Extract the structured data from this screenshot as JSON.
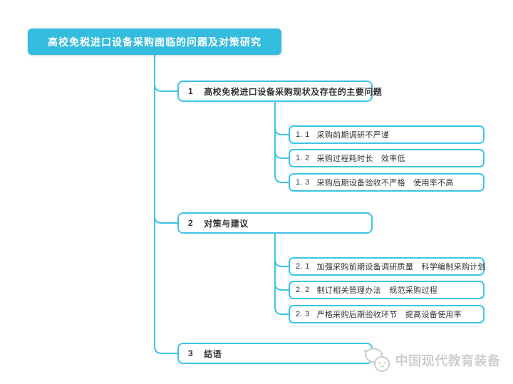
{
  "root": {
    "label": "高校免税进口设备采购面临的问题及对策研究"
  },
  "branches": [
    {
      "num": "1",
      "label": "高校免税进口设备采购现状及存在的主要问题",
      "children": [
        {
          "num": "1. 1",
          "label": "采购前期调研不严谨"
        },
        {
          "num": "1. 2",
          "label": "采购过程耗时长　效率低"
        },
        {
          "num": "1. 3",
          "label": "采购后期设备验收不严格　使用率不高"
        }
      ]
    },
    {
      "num": "2",
      "label": "对策与建议",
      "children": [
        {
          "num": "2. 1",
          "label": "加强采购前期设备调研质量　科学编制采购计划"
        },
        {
          "num": "2. 2",
          "label": "制订相关管理办法　规范采购过程"
        },
        {
          "num": "2. 3",
          "label": "严格采购后期验收环节　提高设备使用率"
        }
      ]
    },
    {
      "num": "3",
      "label": "结语",
      "children": []
    }
  ],
  "watermark": {
    "icon": "wechat-bubbles-logo-icon",
    "text": "中国现代教育装备"
  },
  "colors": {
    "root_fill": "#34bcde",
    "line_accent": "#3ec4e6",
    "node_text": "#333333",
    "root_text": "#ffffff",
    "watermark_gray": "#cbcbcb"
  }
}
